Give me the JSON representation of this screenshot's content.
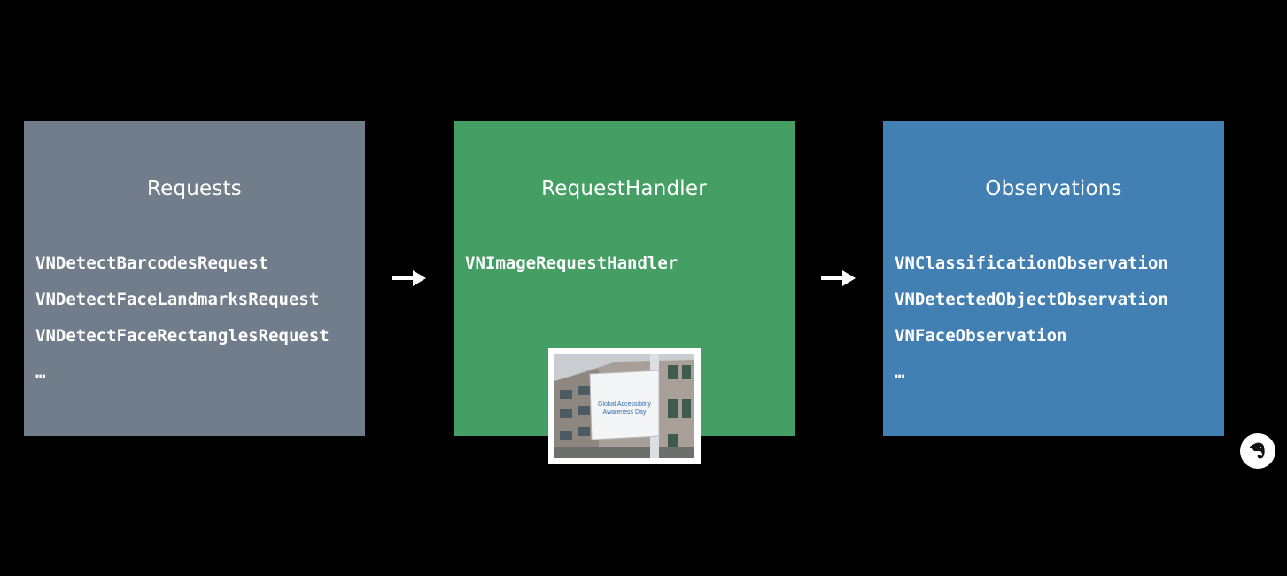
{
  "colors": {
    "background": "#000000",
    "requests_panel": "#717d8a",
    "handler_panel": "#459e64",
    "observations_panel": "#427fb2",
    "text": "#ffffff"
  },
  "requests": {
    "title": "Requests",
    "items": [
      "VNDetectBarcodesRequest",
      "VNDetectFaceLandmarksRequest",
      "VNDetectFaceRectanglesRequest",
      "…"
    ]
  },
  "handler": {
    "title": "RequestHandler",
    "items": [
      "VNImageRequestHandler"
    ],
    "image": {
      "sign_text": [
        "Global Accessibility",
        "Awareness Day"
      ]
    }
  },
  "observations": {
    "title": "Observations",
    "items": [
      "VNClassificationObservation",
      "VNDetectedObjectObservation",
      "VNFaceObservation",
      "…"
    ]
  },
  "arrows": [
    "arrow-right-icon",
    "arrow-right-icon"
  ],
  "badge_icon": "evernote-elephant-icon"
}
